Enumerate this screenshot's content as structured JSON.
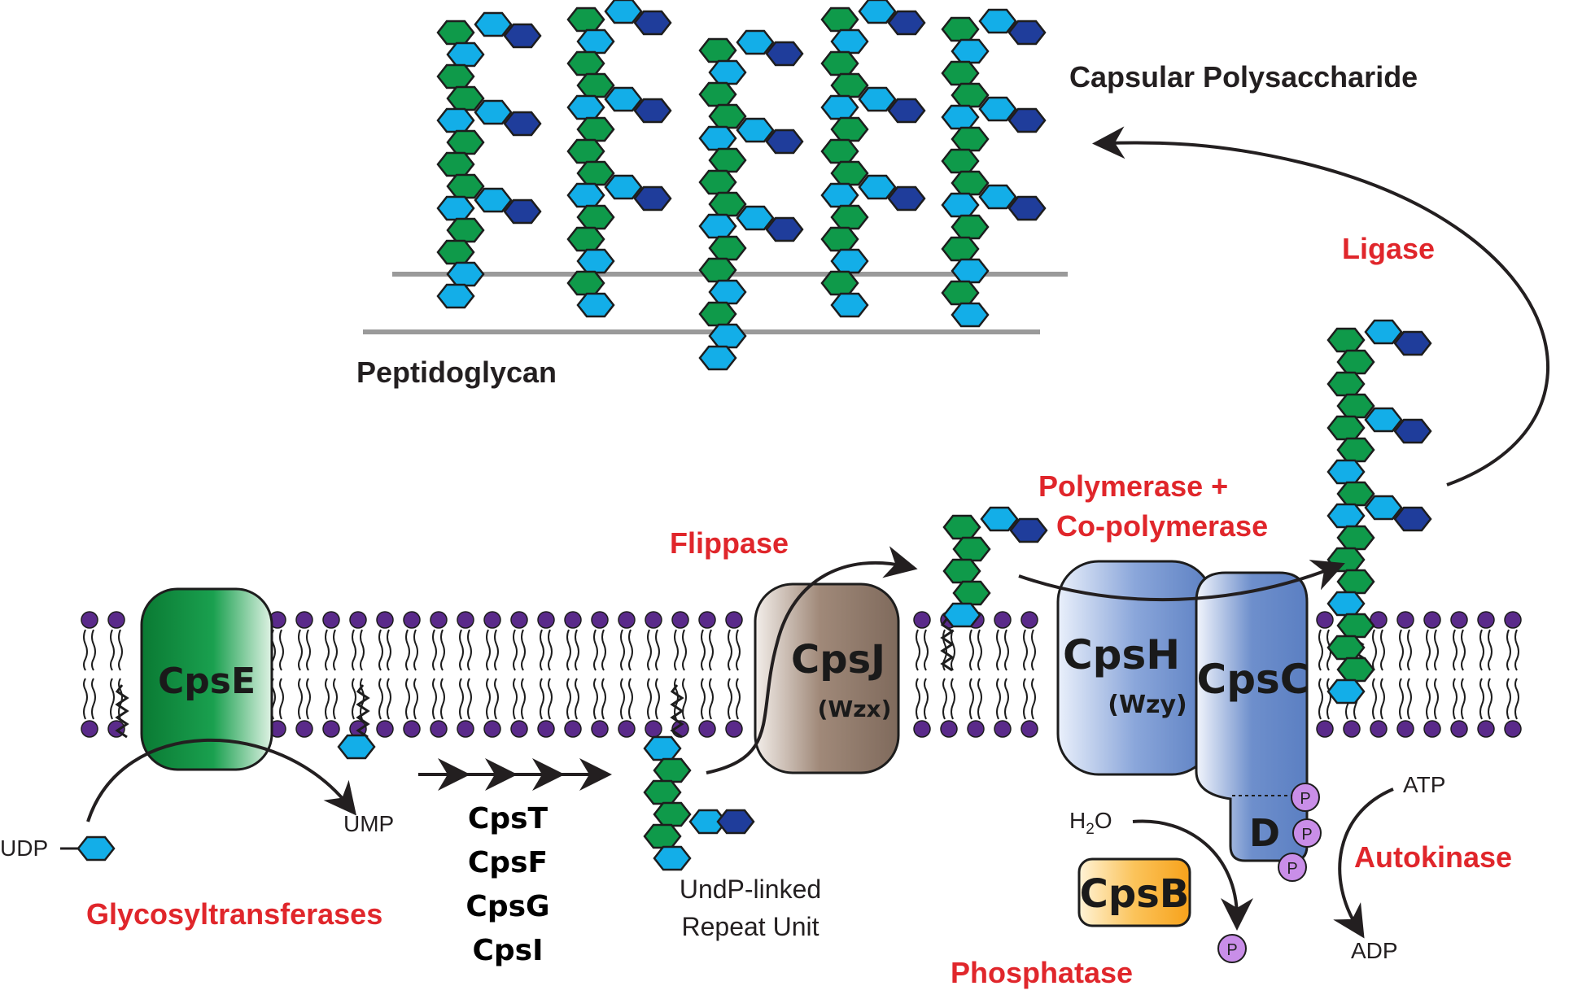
{
  "labels": {
    "capsular": "Capsular Polysaccharide",
    "peptidoglycan": "Peptidoglycan",
    "ligase": "Ligase",
    "polymerase_line1": "Polymerase +",
    "polymerase_line2": "Co-polymerase",
    "flippase": "Flippase",
    "glycosyltransferases": "Glycosyltransferases",
    "phosphatase": "Phosphatase",
    "autokinase": "Autokinase",
    "udp": "UDP",
    "ump": "UMP",
    "atp": "ATP",
    "adp": "ADP",
    "h2o_main": "H",
    "h2o_sub": "2",
    "h2o_end": "O",
    "repeat_line1": "UndP-linked",
    "repeat_line2": "Repeat Unit",
    "p": "P"
  },
  "proteins": {
    "cpse": "CpsE",
    "cpsj": "CpsJ",
    "cpsj_alt": "(Wzx)",
    "cpsh": "CpsH",
    "cpsh_alt": "(Wzy)",
    "cpsc": "CpsC",
    "cpsd": "D",
    "cpsb": "CpsB"
  },
  "glycosyltransferase_list": [
    "CpsT",
    "CpsF",
    "CpsG",
    "CpsI"
  ],
  "colors": {
    "green_sugar": "#0f9a4a",
    "light_blue_sugar": "#13aee8",
    "dark_blue_sugar": "#1f3d9b",
    "lipid_head": "#5a2a8a",
    "label_red": "#e0262b",
    "cpse_green": "#0d8c3c",
    "cpsj_brown": "#8a7465",
    "cpsh_blue": "#5b7fc2",
    "cpsb_orange": "#f7a21b",
    "phosphate_purple": "#c98ee8",
    "peptidoglycan_gray": "#9a9a9a"
  }
}
